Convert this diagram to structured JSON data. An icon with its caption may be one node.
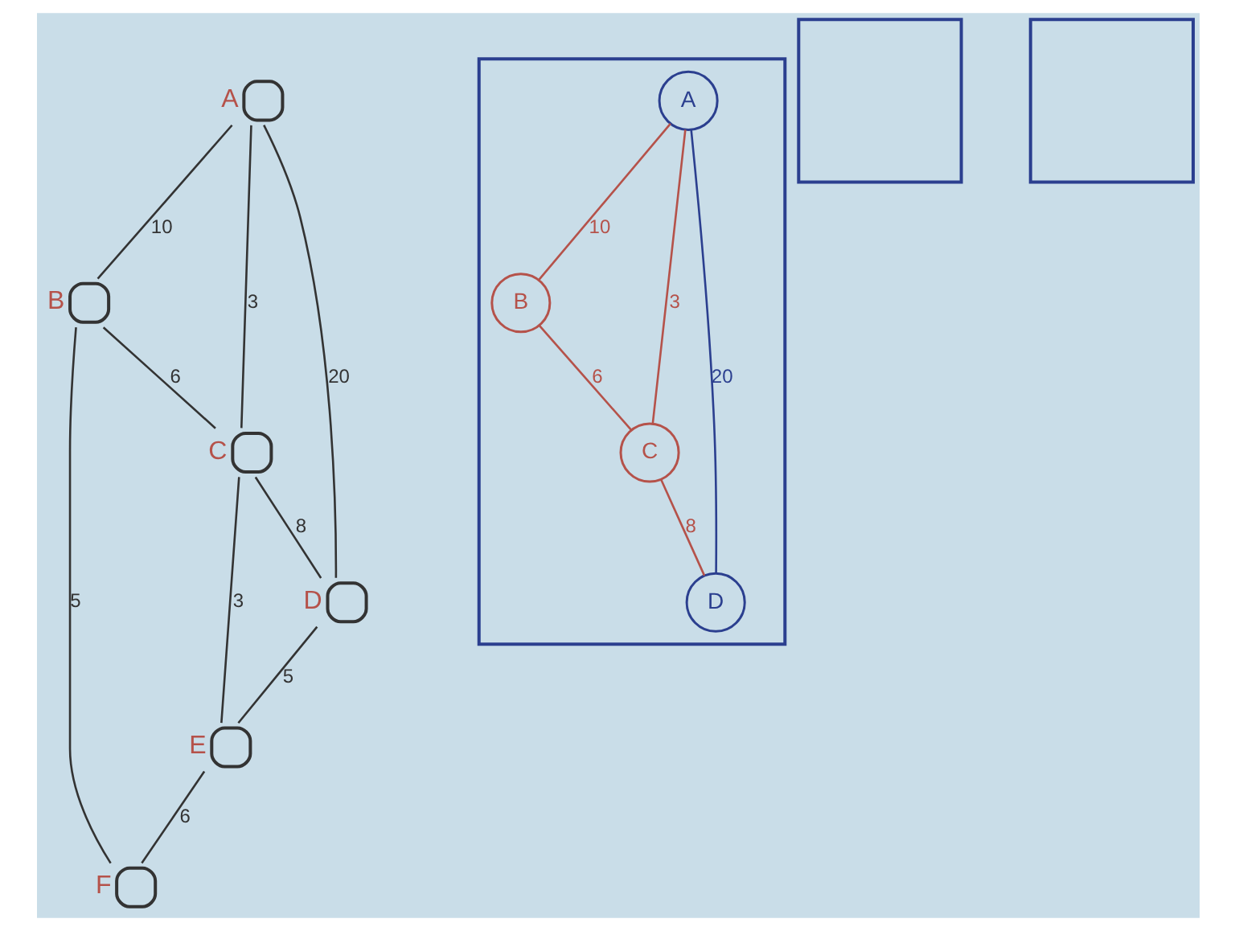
{
  "diagram": {
    "nodes": [
      {
        "text": [],
        "shape": "circle",
        "beside": [
          "A"
        ]
      },
      {
        "text": [],
        "shape": "circle",
        "beside": [
          "B"
        ]
      },
      {
        "text": [],
        "shape": "circle",
        "beside": [
          "C"
        ]
      },
      {
        "text": [],
        "shape": "circle",
        "beside": [
          "D"
        ]
      },
      {
        "text": [],
        "shape": "circle",
        "beside": [
          "E"
        ]
      },
      {
        "text": [],
        "shape": "circle",
        "beside": [
          "F"
        ]
      },
      {
        "text": [],
        "shape": "box"
      },
      {
        "text": [
          "A"
        ],
        "in": 6
      },
      {
        "text": [
          "B"
        ],
        "in": 6
      },
      {
        "text": [
          "C"
        ],
        "in": 6
      },
      {
        "text": [
          "D"
        ],
        "in": 6
      },
      {
        "text": [],
        "shape": "box"
      },
      {
        "text": [],
        "shape": "box"
      }
    ],
    "edges": [
      {
        "from": 0,
        "to": 1,
        "arrow": "none",
        "label": "10"
      },
      {
        "from": 0,
        "to": 2,
        "arrow": "none",
        "label": "3"
      },
      {
        "from": 1,
        "to": 2,
        "arrow": "none",
        "label": "6"
      },
      {
        "from": 0,
        "to": 3,
        "arrow": "none",
        "label": "20"
      },
      {
        "from": 2,
        "to": 3,
        "arrow": "none",
        "label": "8"
      },
      {
        "from": 1,
        "to": 5,
        "arrow": "none",
        "label": "5"
      },
      {
        "from": 2,
        "to": 4,
        "arrow": "none",
        "label": "3"
      },
      {
        "from": 3,
        "to": 4,
        "arrow": "none",
        "label": "5"
      },
      {
        "from": 4,
        "to": 5,
        "arrow": "none",
        "label": "6"
      },
      {
        "from": 7,
        "to": 8,
        "arrow": "none",
        "label": "10",
        "color": "#b5524a"
      },
      {
        "from": 7,
        "to": 9,
        "arrow": "none",
        "label": "3",
        "color": "#b5524a"
      },
      {
        "from": 8,
        "to": 9,
        "arrow": "none",
        "label": "6",
        "color": "#b5524a"
      },
      {
        "from": 7,
        "to": 10,
        "arrow": "none",
        "label": "20",
        "color": "#2b3f8f"
      },
      {
        "from": 9,
        "to": 10,
        "arrow": "none",
        "label": "8",
        "color": "#b5524a"
      }
    ]
  }
}
